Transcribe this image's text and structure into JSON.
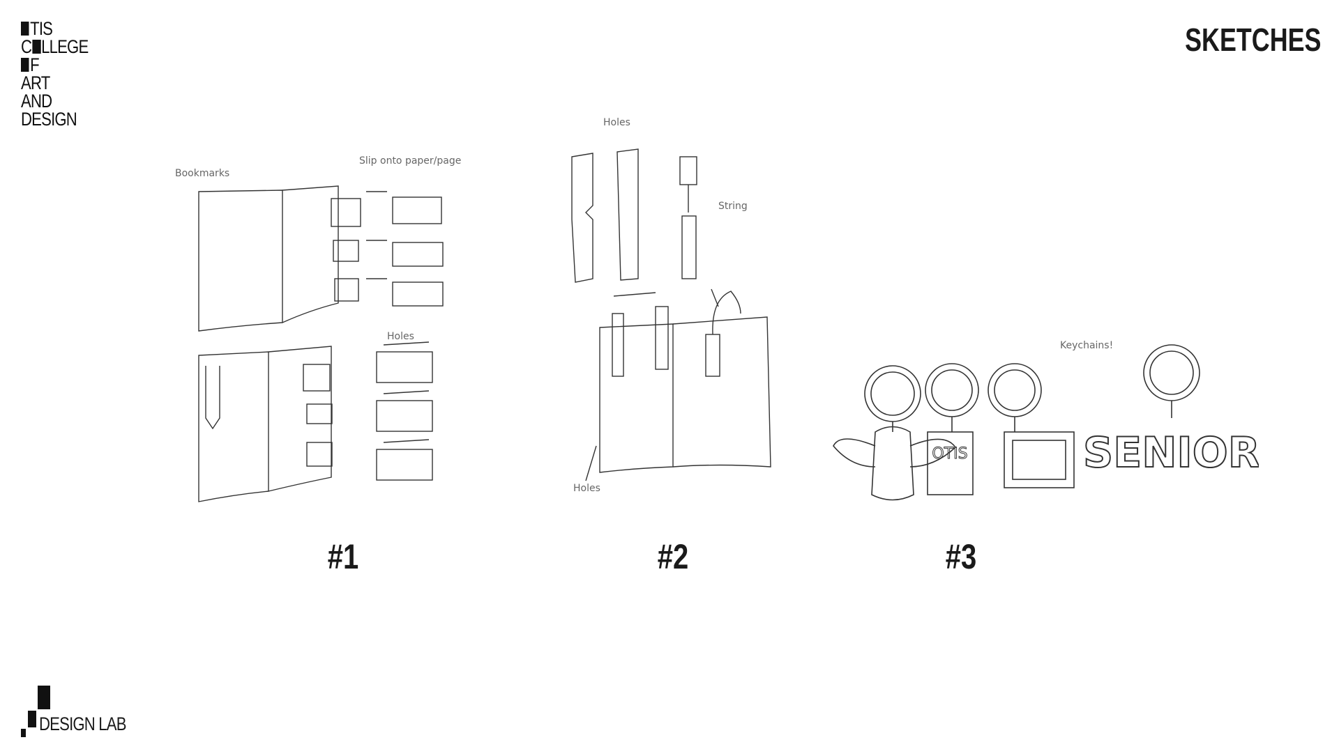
{
  "logo": {
    "lines": [
      "TIS",
      "C",
      "LLEGE",
      "F",
      "ART",
      "AND",
      "DESIGN"
    ]
  },
  "page_title": "SKETCHES",
  "sketches": [
    {
      "number": "#1",
      "notes": {
        "bookmarks": "Bookmarks",
        "slip": "Slip onto paper/page",
        "holes": "Holes"
      }
    },
    {
      "number": "#2",
      "notes": {
        "holes_top": "Holes",
        "string": "String",
        "holes_bottom": "Holes"
      }
    },
    {
      "number": "#3",
      "notes": {
        "keychains": "Keychains!",
        "otis": "OTIS",
        "senior": "SENIOR"
      }
    }
  ],
  "footer": {
    "label": "DESIGN LAB"
  }
}
